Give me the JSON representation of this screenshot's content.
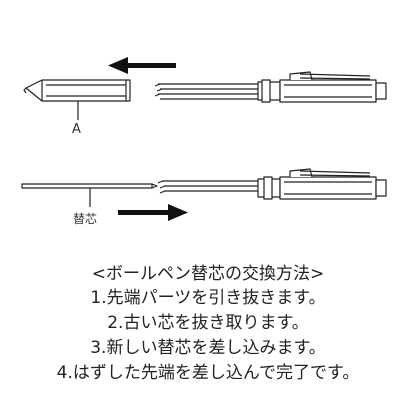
{
  "diagram": {
    "labels": {
      "part_a": "A",
      "refill": "替芯"
    }
  },
  "instructions": {
    "title": "<ボールペン替芯の交換方法>",
    "steps": [
      "1.先端パーツを引き抜きます。",
      "2.古い芯を抜き取ります。",
      "3.新しい替芯を差し込みます。",
      "4.はずした先端を差し込んで完了です。"
    ]
  }
}
